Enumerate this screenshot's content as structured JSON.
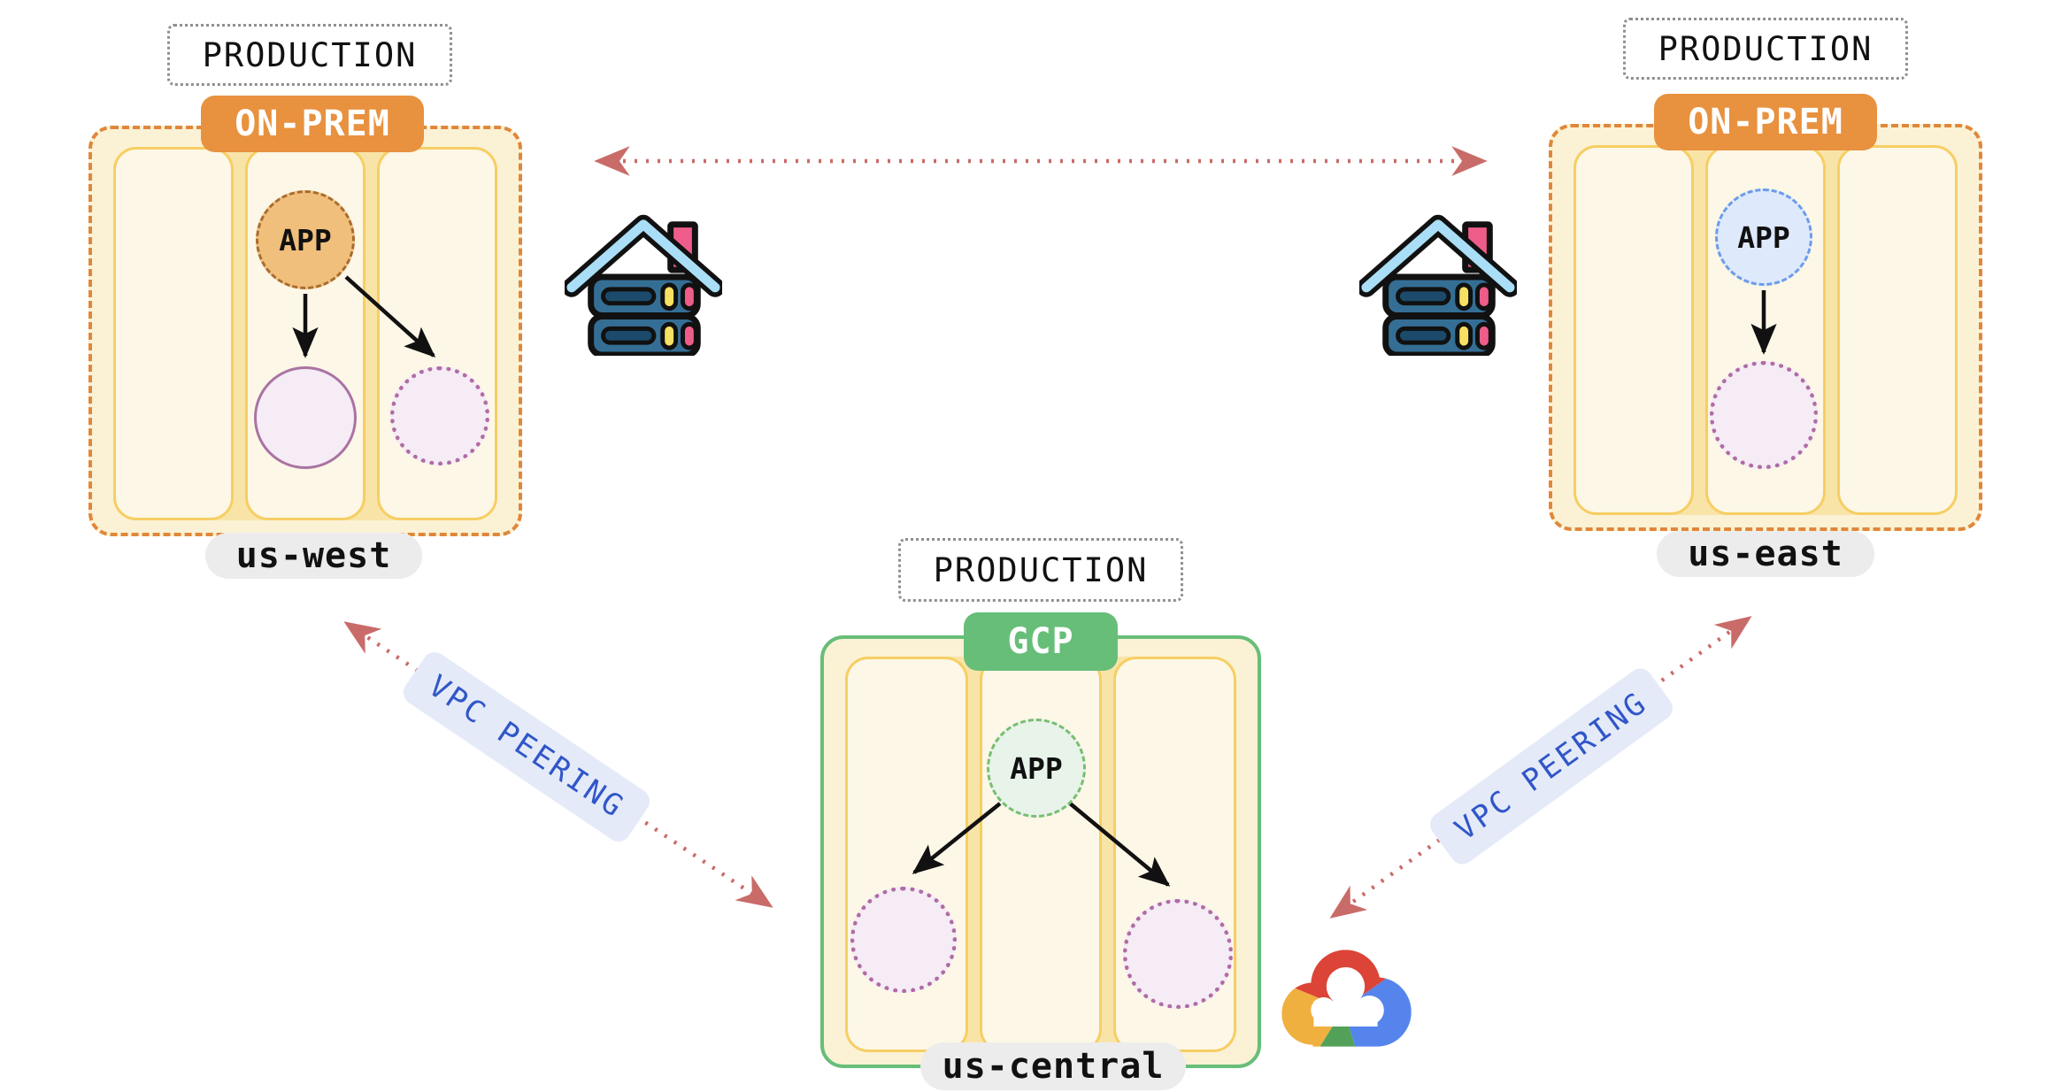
{
  "regions": [
    {
      "environment_label": "PRODUCTION",
      "provider_label": "ON-PREM",
      "region_label": "us-west",
      "app_label": "APP",
      "replicas": [
        "solid-circle",
        "dotted-circle"
      ]
    },
    {
      "environment_label": "PRODUCTION",
      "provider_label": "ON-PREM",
      "region_label": "us-east",
      "app_label": "APP",
      "replicas": [
        "dotted-circle"
      ]
    },
    {
      "environment_label": "PRODUCTION",
      "provider_label": "GCP",
      "region_label": "us-central",
      "app_label": "APP",
      "replicas": [
        "dotted-circle",
        "dotted-circle"
      ]
    }
  ],
  "connections": [
    {
      "from": "us-west",
      "to": "us-east",
      "style": "red-dotted-double-arrow",
      "label": ""
    },
    {
      "from": "us-west",
      "to": "us-central",
      "style": "red-dotted-double-arrow",
      "label": "VPC PEERING"
    },
    {
      "from": "us-central",
      "to": "us-east",
      "style": "red-dotted-double-arrow",
      "label": "VPC PEERING"
    }
  ],
  "icons": {
    "on_prem_left": "house-server-rack-icon",
    "on_prem_right": "house-server-rack-icon",
    "gcp_logo": "google-cloud-logo-icon"
  },
  "colors": {
    "onprem_accent": "#E8913F",
    "onprem_border": "#E0873A",
    "gcp_accent": "#67BE78",
    "container_bg": "#FBF2D5",
    "zone_bg": "#FCF7E6",
    "zone_border": "#F6CE63",
    "app_west_fill": "#F0BF7C",
    "app_east_fill": "#DEE9FC",
    "app_central_fill": "#E8F3E9",
    "replica_fill": "#F5ECF5",
    "replica_border": "#AA73A3",
    "peering_arrow": "#C96B68",
    "vpc_label_text": "#3056C8",
    "vpc_label_bg": "#E4EAF8",
    "region_pill_bg": "#ECECEC"
  }
}
